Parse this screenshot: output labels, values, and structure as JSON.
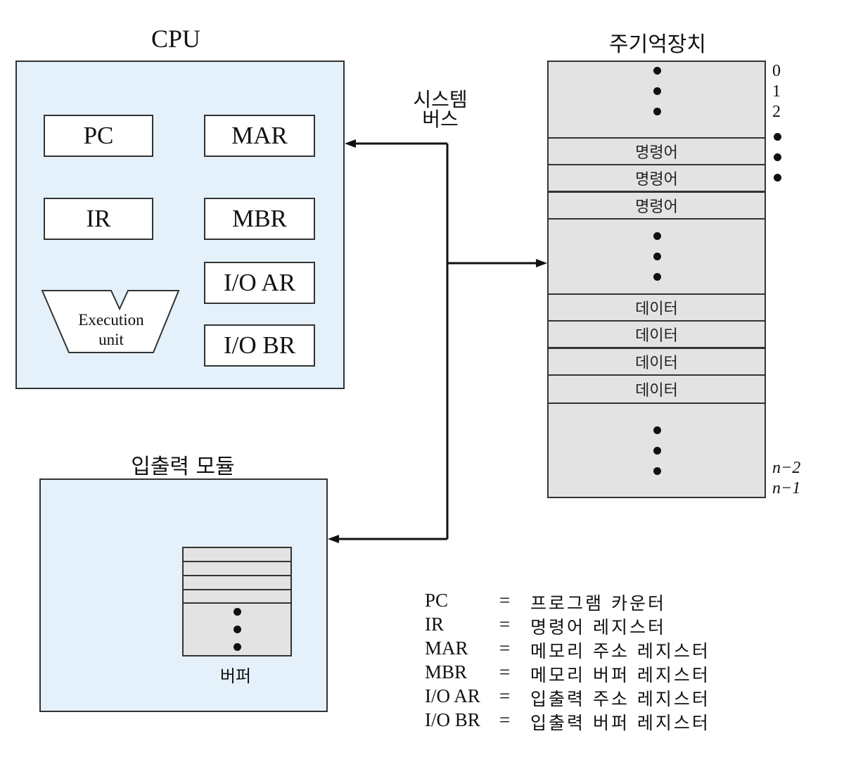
{
  "cpu": {
    "title": "CPU",
    "registers": {
      "pc": "PC",
      "mar": "MAR",
      "ir": "IR",
      "mbr": "MBR",
      "io_ar": "I/O AR",
      "io_br": "I/O BR"
    },
    "execution_unit": {
      "line1": "Execution",
      "line2": "unit"
    }
  },
  "bus": {
    "line1": "시스템",
    "line2": "버스"
  },
  "memory": {
    "title": "주기억장치",
    "addresses": {
      "a0": "0",
      "a1": "1",
      "a2": "2",
      "an2": "n−2",
      "an1": "n−1"
    },
    "instructions": [
      "명령어",
      "명령어",
      "명령어"
    ],
    "data": [
      "데이터",
      "데이터",
      "데이터",
      "데이터"
    ]
  },
  "io_module": {
    "title": "입출력 모듈",
    "buffer_label": "버퍼"
  },
  "legend": [
    {
      "abbr": "PC",
      "eq": "=",
      "def": "프로그램 카운터"
    },
    {
      "abbr": "IR",
      "eq": "=",
      "def": "명령어 레지스터"
    },
    {
      "abbr": "MAR",
      "eq": "=",
      "def": "메모리 주소 레지스터"
    },
    {
      "abbr": "MBR",
      "eq": "=",
      "def": "메모리 버퍼 레지스터"
    },
    {
      "abbr": "I/O AR",
      "eq": "=",
      "def": "입출력 주소 레지스터"
    },
    {
      "abbr": "I/O BR",
      "eq": "=",
      "def": "입출력 버퍼 레지스터"
    }
  ],
  "colors": {
    "panel": "#e4f1fb",
    "memory": "#e3e3e3",
    "line": "#111111"
  }
}
